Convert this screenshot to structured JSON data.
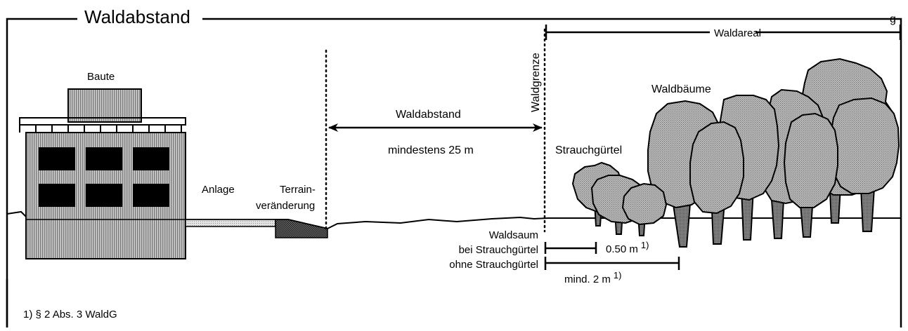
{
  "title": "Waldabstand",
  "corner_mark": "g",
  "labels": {
    "baute": "Baute",
    "anlage": "Anlage",
    "terrain_1": "Terrain-",
    "terrain_2": "veränderung",
    "waldabstand": "Waldabstand",
    "mindestens": "mindestens 25 m",
    "waldgrenze": "Waldgrenze",
    "waldareal": "Waldareal",
    "waldbaeume": "Waldbäume",
    "strauchguertel": "Strauchgürtel",
    "waldsaum": "Waldsaum",
    "bei_strauch": "bei Strauchgürtel",
    "ohne_strauch": "ohne Strauchgürtel",
    "m050": "0.50 m",
    "m050_sup": "1)",
    "mind2": "mind. 2 m",
    "mind2_sup": "1)",
    "footnote": "1) § 2 Abs. 3 WaldG"
  },
  "colors": {
    "ink": "#000000",
    "building_fill": "#a8a8a8",
    "tree_fill": "#a0a0a0",
    "window": "#000000",
    "anlage_fill": "#c8c8c8",
    "terrain_fill": "#505050"
  }
}
